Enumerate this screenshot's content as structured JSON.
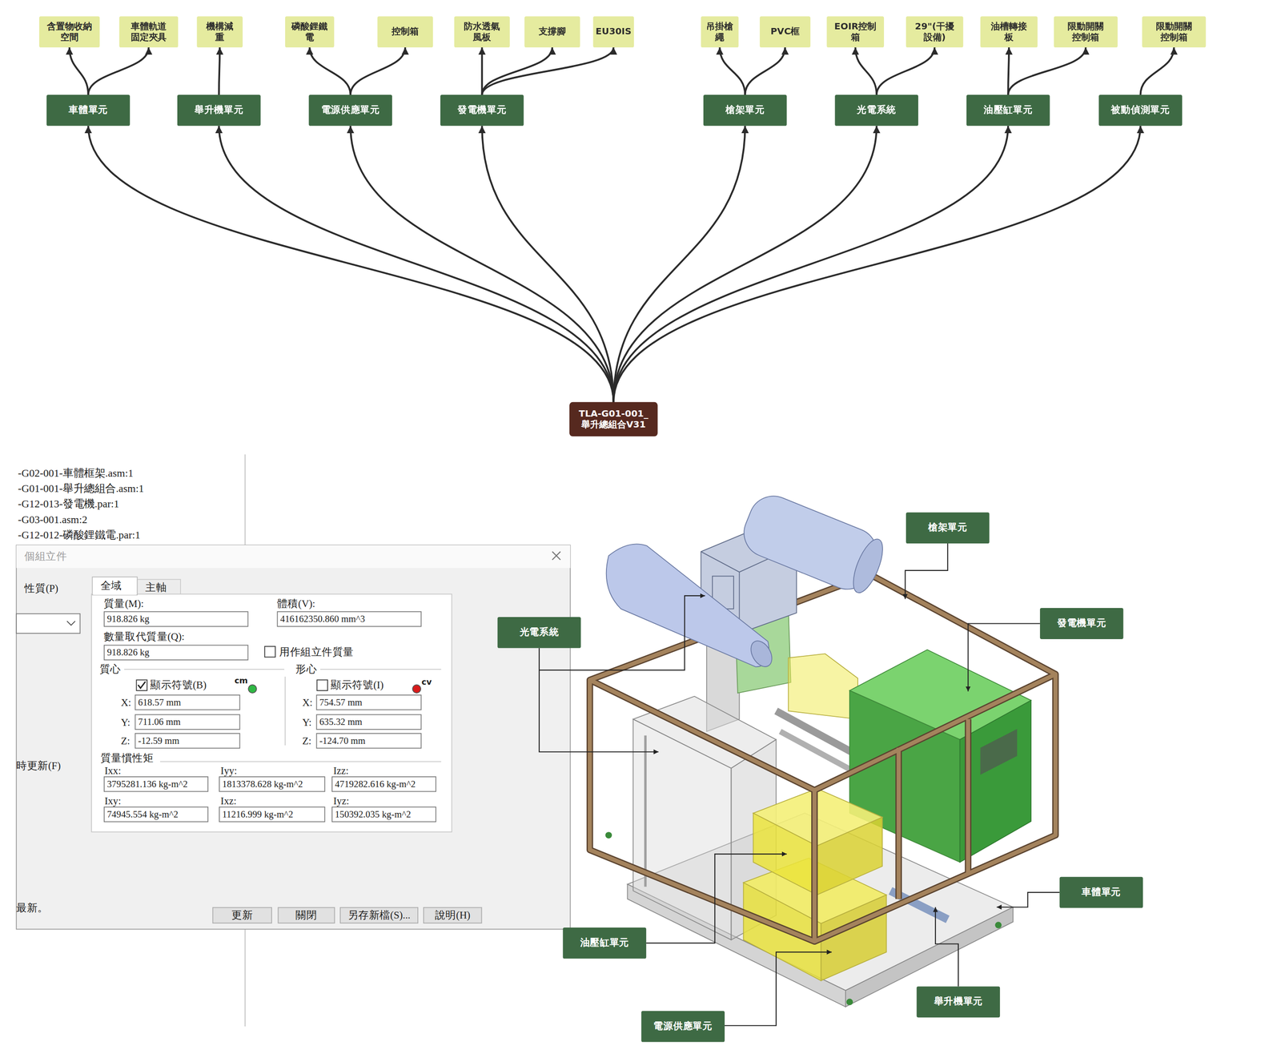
{
  "diagram": {
    "nodes": [
      {
        "text": [
          "含置物收納空間"
        ]
      },
      {
        "text": [
          "車體軌道固定夾具"
        ]
      },
      {
        "text": [
          "機構減重"
        ]
      },
      {
        "text": [
          "磷酸鋰鐵電"
        ]
      },
      {
        "text": [
          "控制箱"
        ]
      },
      {
        "text": [
          "防水透氣風板"
        ]
      },
      {
        "text": [
          "支撐腳"
        ]
      },
      {
        "text": [
          "EU30IS"
        ]
      },
      {
        "text": [
          "吊掛槍繩"
        ]
      },
      {
        "text": [
          "PVC框"
        ]
      },
      {
        "text": [
          "EOIR控制箱"
        ]
      },
      {
        "text": [
          "29\"(干擾設備)"
        ]
      },
      {
        "text": [
          "油槽轉接板"
        ]
      },
      {
        "text": [
          "限動開關控制箱"
        ]
      },
      {
        "text": [
          "限動開關控制箱"
        ]
      },
      {
        "text": [
          "車體單元"
        ]
      },
      {
        "text": [
          "舉升機單元"
        ]
      },
      {
        "text": [
          "電源供應單元"
        ]
      },
      {
        "text": [
          "發電機單元"
        ]
      },
      {
        "text": [
          "槍架單元"
        ]
      },
      {
        "text": [
          "光電系統"
        ]
      },
      {
        "text": [
          "油壓缸單元"
        ]
      },
      {
        "text": [
          "被動偵測單元"
        ]
      },
      {
        "text": [
          "TLA-G01-001_舉升總組合V31"
        ]
      },
      {
        "text": [
          "槍架單元"
        ]
      },
      {
        "text": [
          "發電機單元"
        ]
      },
      {
        "text": [
          "光電系統"
        ]
      },
      {
        "text": [
          "車體單元"
        ]
      },
      {
        "text": [
          "油壓缸單元"
        ]
      },
      {
        "text": [
          "舉升機單元"
        ]
      },
      {
        "text": [
          "電源供應單元"
        ]
      }
    ],
    "edges": [
      {
        "from": 23,
        "to": 15,
        "arrow": "to"
      },
      {
        "from": 23,
        "to": 16,
        "arrow": "to"
      },
      {
        "from": 23,
        "to": 17,
        "arrow": "to"
      },
      {
        "from": 23,
        "to": 18,
        "arrow": "to"
      },
      {
        "from": 23,
        "to": 19,
        "arrow": "to"
      },
      {
        "from": 23,
        "to": 20,
        "arrow": "to"
      },
      {
        "from": 23,
        "to": 21,
        "arrow": "to"
      },
      {
        "from": 23,
        "to": 22,
        "arrow": "to"
      },
      {
        "from": 15,
        "to": 0,
        "arrow": "to"
      },
      {
        "from": 15,
        "to": 1,
        "arrow": "to"
      },
      {
        "from": 16,
        "to": 2,
        "arrow": "to"
      },
      {
        "from": 17,
        "to": 3,
        "arrow": "to"
      },
      {
        "from": 17,
        "to": 4,
        "arrow": "to"
      },
      {
        "from": 18,
        "to": 5,
        "arrow": "to"
      },
      {
        "from": 18,
        "to": 6,
        "arrow": "to"
      },
      {
        "from": 18,
        "to": 7,
        "arrow": "to"
      },
      {
        "from": 19,
        "to": 8,
        "arrow": "to"
      },
      {
        "from": 19,
        "to": 9,
        "arrow": "to"
      },
      {
        "from": 20,
        "to": 10,
        "arrow": "to"
      },
      {
        "from": 20,
        "to": 11,
        "arrow": "to"
      },
      {
        "from": 21,
        "to": 12,
        "arrow": "to"
      },
      {
        "from": 21,
        "to": 13,
        "arrow": "to"
      },
      {
        "from": 22,
        "to": 14,
        "arrow": "to"
      }
    ],
    "labels": [
      "-G02-001-車體框架.asm:1",
      "-G01-001-舉升總組合.asm:1",
      "-G12-013-發電機.par:1",
      "-G03-001.asm:2",
      "-G12-012-磷酸鋰鐵電.par:1",
      "個組立件",
      "性質(P)",
      "全域",
      "主軸",
      "質量(M):",
      "918.826 kg",
      "體積(V):",
      "416162350.860 mm^3",
      "數量取代質量(Q):",
      "918.826 kg",
      "用作組立件質量",
      "質心",
      "形心",
      "顯示符號(B)",
      "cm",
      "顯示符號(I)",
      "cv",
      "X:",
      "618.57 mm",
      "Y:",
      "711.06 mm",
      "Z:",
      "-12.59 mm",
      "X:",
      "754.57 mm",
      "Y:",
      "635.32 mm",
      "Z:",
      "-124.70 mm",
      "質量慣性矩",
      "Ixx:",
      "3795281.136 kg-m^2",
      "Iyy:",
      "1813378.628 kg-m^2",
      "Izz:",
      "4719282.616 kg-m^2",
      "Ixy:",
      "74945.554 kg-m^2",
      "Ixz:",
      "11216.999 kg-m^2",
      "Iyz:",
      "150392.035 kg-m^2",
      "時更新(F)",
      "最新。",
      "更新",
      "關閉",
      "另存新檔(S)...",
      "說明(H)"
    ]
  }
}
